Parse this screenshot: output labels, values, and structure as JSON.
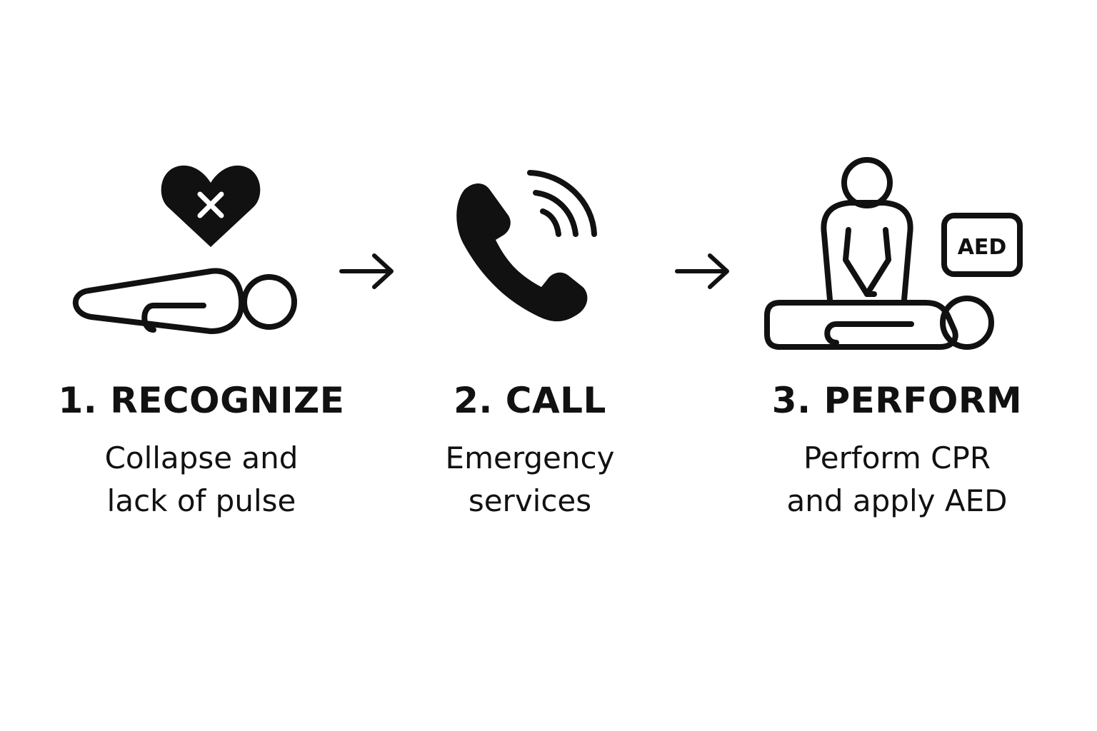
{
  "colors": {
    "ink": "#111111",
    "background": "#ffffff"
  },
  "steps": [
    {
      "title": "1. RECOGNIZE",
      "description_lines": [
        "Collapse and",
        "lack of pulse"
      ],
      "icon": "collapsed-person-no-pulse-icon"
    },
    {
      "title": "2. CALL",
      "description_lines": [
        "Emergency",
        "services"
      ],
      "icon": "phone-call-icon"
    },
    {
      "title": "3. PERFORM",
      "description_lines": [
        "Perform CPR",
        "and apply AED"
      ],
      "icon": "cpr-aed-icon",
      "aed_label": "AED"
    }
  ],
  "connectors": [
    "right-arrow-icon",
    "right-arrow-icon"
  ]
}
